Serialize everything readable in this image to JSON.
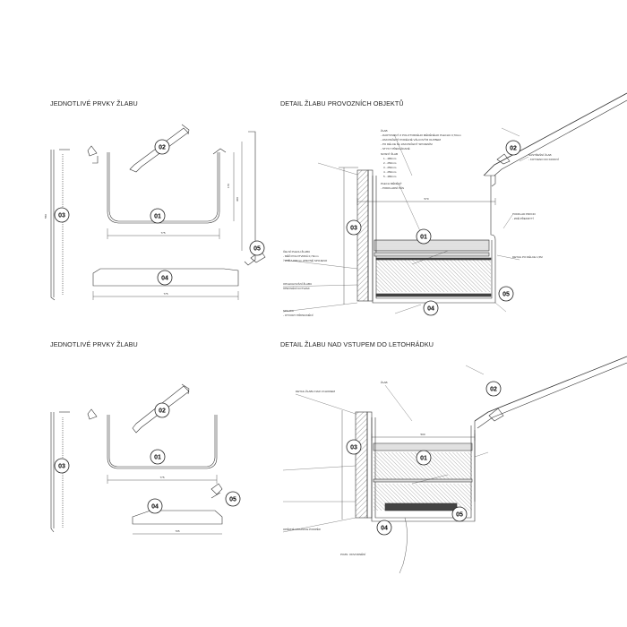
{
  "titles": {
    "top_left": "JEDNOTLIVÉ PRVKY ŽLABU",
    "top_right": "DETAIL ŽLABU PROVOZNÍCH OBJEKTŮ",
    "bottom_left": "JEDNOTLIVÉ PRVKY ŽLABU",
    "bottom_right": "DETAIL ŽLABU NAD VSTUPEM DO LETOHRÁDKU"
  },
  "part_labels": [
    "01",
    "02",
    "03",
    "04",
    "05"
  ],
  "dims": {
    "tl_01_width": "775",
    "tl_03_height": "550",
    "tl_04_width": "775",
    "tl_05_height": "300",
    "tl_05b": "170",
    "tr_width": "570",
    "bl_01_width": "775",
    "bl_04_width": "705",
    "br_width": "500"
  },
  "notes": {
    "tr_zlab": "ŽLAB",
    "tr_zlab_1": "- ZHOTOVENÝ Z POLOTVRDÉHO MĚDĚNÉHO PLECHU 0,70mm",
    "tr_zlab_2": "- ZAKONČENÝ PODÉLNÉ VÁLCOVÝM OHYBEM",
    "tr_zlab_3": "- PO DÉLCE 6m ZAKONČENÝ SPOJENÍM",
    "tr_zlab_4": "- STYKY PŘEKLÁDANÉ",
    "tr_nosny": "NOSNÝ ŽLAB",
    "tr_list": [
      "1 - 480mm",
      "2 - 250mm",
      "3 - 250mm",
      "4 - 250mm",
      "5 - 480mm"
    ],
    "tr_plech": "PLECH MĚDĚNÝ",
    "tr_plech_1": "- PODKLADNÍ PÁS",
    "tr_cela": "ČELNÍ PLECH ŽLABU",
    "tr_cela_1": "- MĚĎ POLOTVRDÁ 0,70mm",
    "tr_cela_2": "- ZDĚ A 800mm ZPEVNĚ SPOJENO",
    "tr_podklad": "PODKLAD PRKNO",
    "tr_podklad_1": "- ZDĚ PŘEKRYTÍ",
    "tr_detail": "DETAIL PO DÉLCE 1,5M",
    "tr_spojka": "SPOJKA",
    "tr_spojka_1": "- OTVORY PŘIPEVNĚNÍ",
    "tr_oplechovani": "OPLECHOVÁNÍ ŽLABU",
    "tr_upevneni": "UPEVNĚNÍ KOTVAMI",
    "tr_nastresni": "NASTŘEŠNÍ ŽLAB",
    "tr_nastresni_1": "- KOTVENO DO KROKVÍ",
    "br_zlab": "ŽLAB",
    "br_nad": "DETAIL ŽLABU NAD VCHODEM",
    "br_patra": "OPĚRNÉ KRAJNICE PODPĚR",
    "br_pozn": "POZN. ODVODNĚNÍ"
  }
}
